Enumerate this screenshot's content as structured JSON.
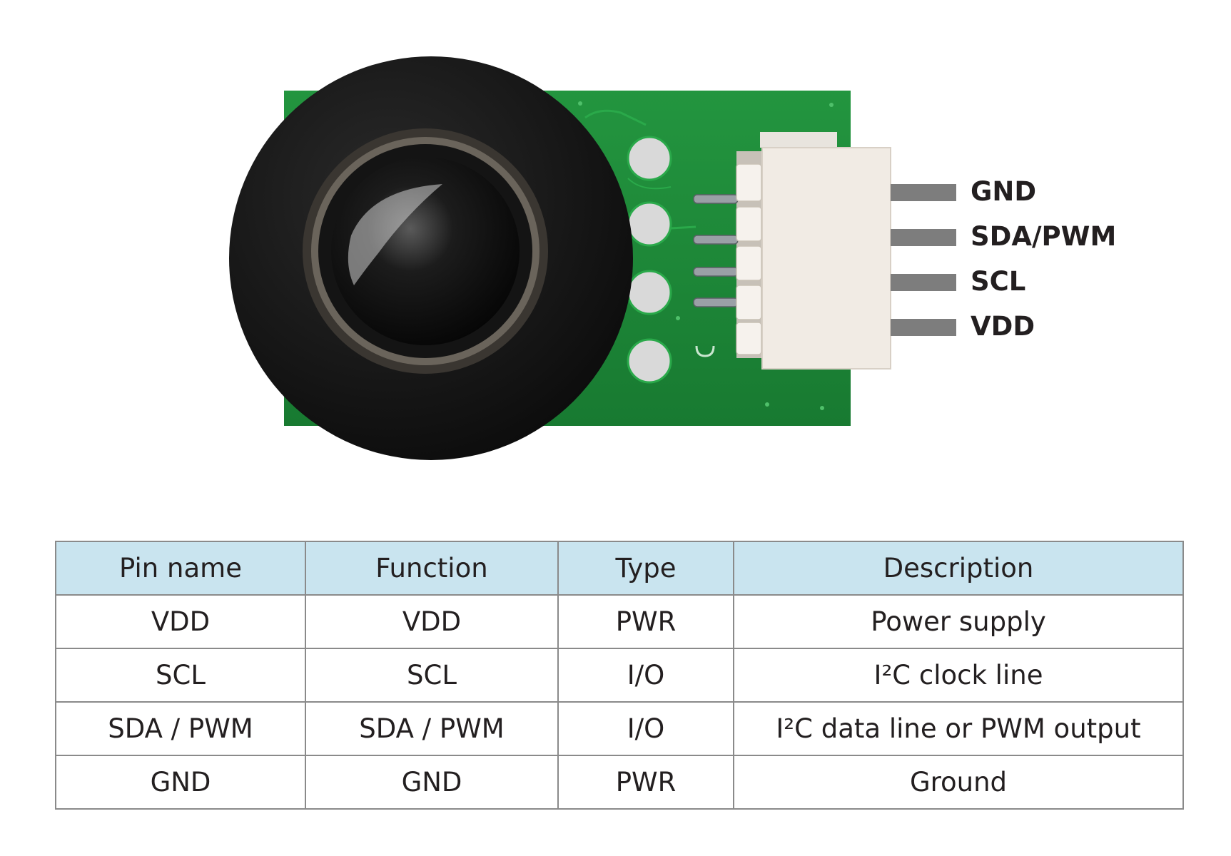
{
  "pin_labels": [
    "GND",
    "SDA/PWM",
    "SCL",
    "VDD"
  ],
  "table": {
    "headers": [
      "Pin name",
      "Function",
      "Type",
      "Description"
    ],
    "rows": [
      [
        "VDD",
        "VDD",
        "PWR",
        "Power supply"
      ],
      [
        "SCL",
        "SCL",
        "I/O",
        "I²C clock line"
      ],
      [
        "SDA / PWM",
        "SDA / PWM",
        "I/O",
        "I²C data line or PWM output"
      ],
      [
        "GND",
        "GND",
        "PWR",
        "Ground"
      ]
    ]
  },
  "colors": {
    "pcb": "#1f8a3a",
    "lens_housing": "#151515",
    "connector": "#f1ebe4",
    "pin_bar": "#7d7d7d",
    "label_text": "#231f20",
    "table_header_bg": "#c9e4ef",
    "table_border": "#8a8a8a"
  }
}
